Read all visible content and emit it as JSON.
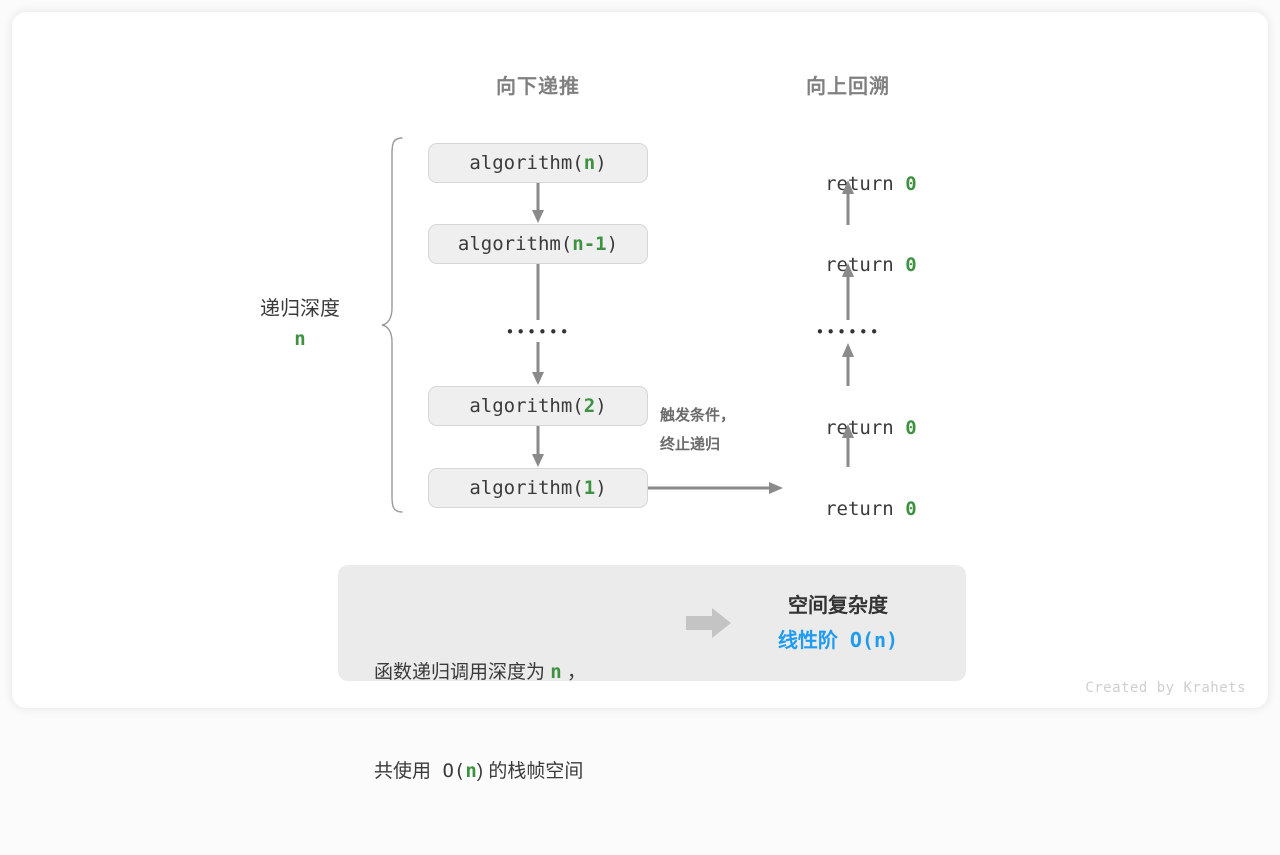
{
  "headers": {
    "down": "向下递推",
    "up": "向上回溯"
  },
  "depth": {
    "label": "递归深度",
    "value": "n"
  },
  "calls": [
    {
      "prefix": "algorithm(",
      "arg": "n",
      "suffix": ")"
    },
    {
      "prefix": "algorithm(",
      "arg": "n-1",
      "suffix": ")"
    },
    {
      "prefix": "algorithm(",
      "arg": "2",
      "suffix": ")"
    },
    {
      "prefix": "algorithm(",
      "arg": "1",
      "suffix": ")"
    }
  ],
  "ellipsis": "••••••",
  "returns": [
    {
      "keyword": "return ",
      "value": "0"
    },
    {
      "keyword": "return ",
      "value": "0"
    },
    {
      "keyword": "return ",
      "value": "0"
    },
    {
      "keyword": "return ",
      "value": "0"
    }
  ],
  "condition": {
    "line1": "触发条件，",
    "line2": "终止递归"
  },
  "summary": {
    "left_line1_a": "函数递归调用深度为 ",
    "left_line1_n": "n",
    "left_line1_b": " ，",
    "left_line2_a": "共使用 O(",
    "left_line2_n": "n",
    "left_line2_b": ") 的栈帧空间",
    "title": "空间复杂度",
    "value": "线性阶 O(n)"
  },
  "watermark": "Created by Krahets",
  "colors": {
    "green": "#3f9142",
    "blue": "#1f9cf0",
    "gray_text": "#808080",
    "arrow": "#8a8a8a",
    "box_fill": "#efefef",
    "panel_fill": "#ebebeb"
  }
}
